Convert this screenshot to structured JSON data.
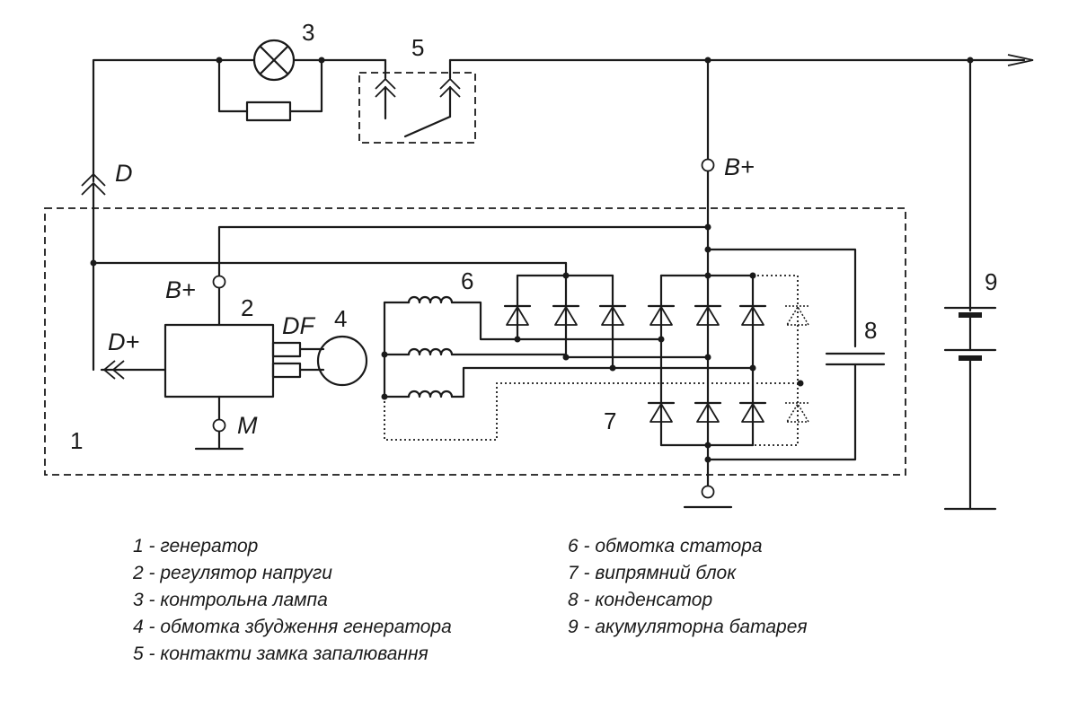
{
  "labels": {
    "n1": "1",
    "n2": "2",
    "n3": "3",
    "n4": "4",
    "n5": "5",
    "n6": "6",
    "n7": "7",
    "n8": "8",
    "n9": "9",
    "D": "D",
    "D_plus": "D+",
    "B_plus_reg": "B+",
    "B_plus_main": "B+",
    "DF": "DF",
    "M": "M"
  },
  "legend": {
    "left": [
      "1 - генератор",
      "2 - регулятор напруги",
      "3 - контрольна лампа",
      "4 - обмотка збудження генератора",
      "5 - контакти замка запалювання"
    ],
    "right": [
      "6 - обмотка статора",
      "7 - випрямний блок",
      "8 - конденсатор",
      "9 - акумуляторна батарея"
    ]
  }
}
